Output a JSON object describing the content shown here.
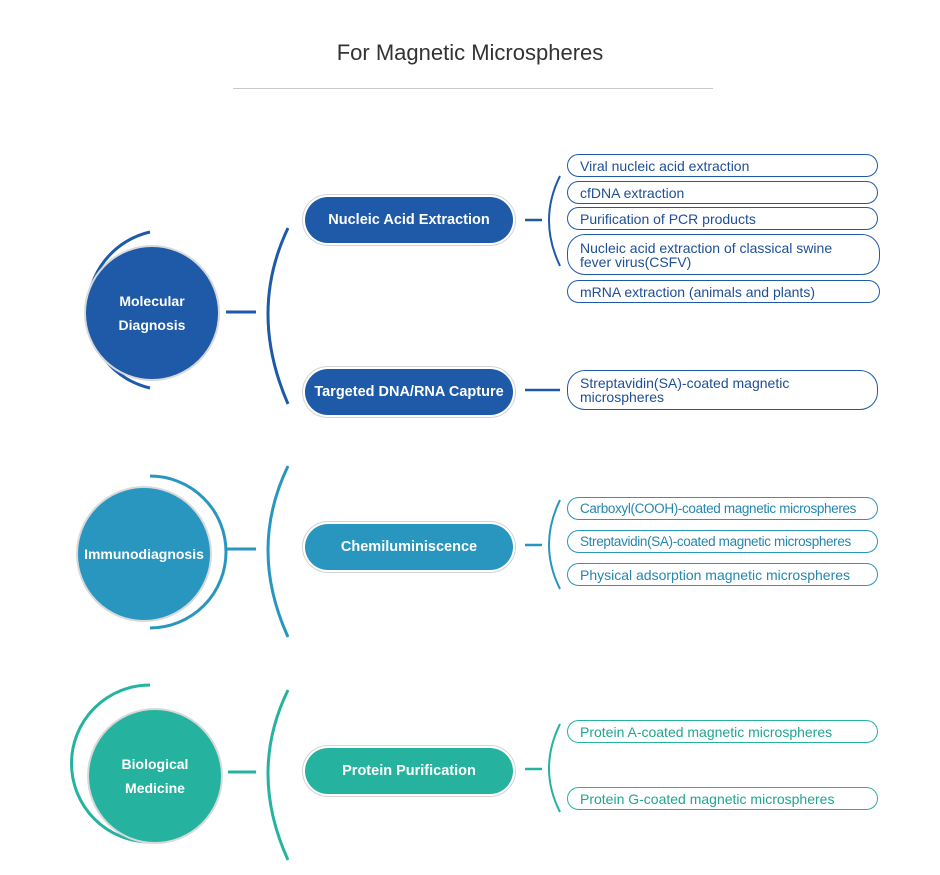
{
  "title": "For Magnetic Microspheres",
  "colors": {
    "molecular": "#1e5aa8",
    "immuno": "#2996c0",
    "bio": "#25b3a0"
  },
  "categories": [
    {
      "label": "Molecular\nDiagnosis",
      "color": "#1e5aa8",
      "groups": [
        {
          "label": "Nucleic Acid Extraction",
          "items": [
            "Viral nucleic acid extraction",
            "cfDNA extraction",
            "Purification of PCR products",
            "Nucleic acid extraction of classical swine fever virus(CSFV)",
            "mRNA extraction (animals and plants)"
          ]
        },
        {
          "label": "Targeted DNA/RNA Capture",
          "items": [
            "Streptavidin(SA)-coated magnetic microspheres"
          ]
        }
      ]
    },
    {
      "label": "Immunodiagnosis",
      "color": "#2996c0",
      "groups": [
        {
          "label": "Chemiluminiscence",
          "items": [
            "Carboxyl(COOH)-coated magnetic microspheres",
            "Streptavidin(SA)-coated magnetic microspheres",
            "Physical adsorption magnetic microspheres"
          ]
        }
      ]
    },
    {
      "label": "Biological\nMedicine",
      "color": "#25b3a0",
      "groups": [
        {
          "label": "Protein Purification",
          "items": [
            "Protein A-coated magnetic microspheres",
            "Protein G-coated magnetic microspheres"
          ]
        }
      ]
    }
  ]
}
